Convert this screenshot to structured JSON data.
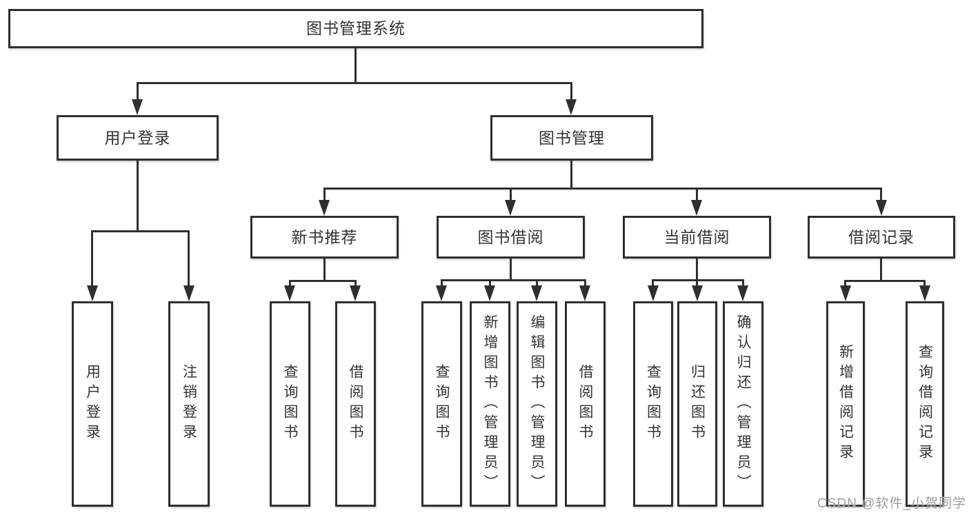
{
  "colors": {
    "background": "#ffffff",
    "line": "#2f2f2f",
    "text": "#333333",
    "watermark": "#9e9e9e"
  },
  "tree": {
    "root": {
      "label": "图书管理系统"
    },
    "branches": [
      {
        "label": "用户登录",
        "children": [
          {
            "label": "用户登录"
          },
          {
            "label": "注销登录"
          }
        ]
      },
      {
        "label": "图书管理",
        "children": [
          {
            "label": "新书推荐",
            "children": [
              {
                "label": "查询图书"
              },
              {
                "label": "借阅图书"
              }
            ]
          },
          {
            "label": "图书借阅",
            "children": [
              {
                "label": "查询图书"
              },
              {
                "label": "新增图书（管理员）"
              },
              {
                "label": "编辑图书（管理员）"
              },
              {
                "label": "借阅图书"
              }
            ]
          },
          {
            "label": "当前借阅",
            "children": [
              {
                "label": "查询图书"
              },
              {
                "label": "归还图书"
              },
              {
                "label": "确认归还（管理员）"
              }
            ]
          },
          {
            "label": "借阅记录",
            "children": [
              {
                "label": "新增借阅记录"
              },
              {
                "label": "查询借阅记录"
              }
            ]
          }
        ]
      }
    ]
  },
  "watermark": {
    "text": "CSDN @软件_小贺同学"
  }
}
